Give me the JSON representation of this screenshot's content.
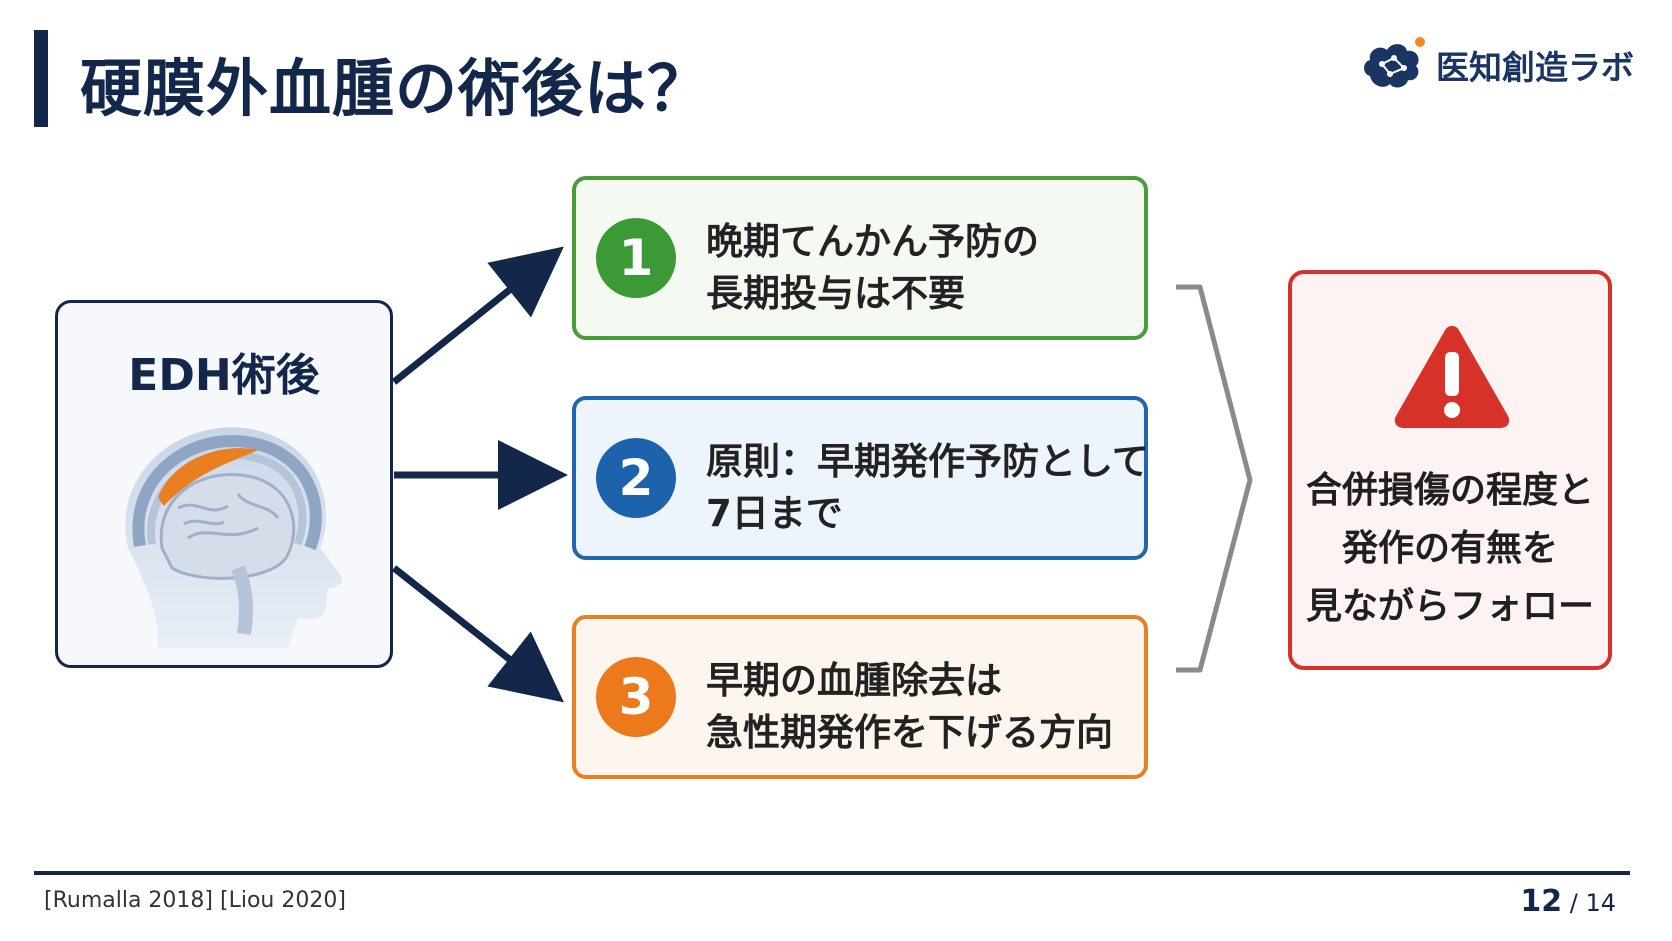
{
  "slide": {
    "title": "硬膜外血腫の術後は？",
    "brand": {
      "name": "医知創造ラボ",
      "logo_icon": "brain-cloud-icon",
      "brand_color": "#1b3563",
      "dot_color": "#f08a24"
    },
    "left_panel": {
      "label": "EDH術後",
      "illustration_icon": "head-brain-hematoma-icon"
    },
    "cards": [
      {
        "number": "1",
        "lines": [
          "晩期てんかん予防の",
          "長期投与は不要"
        ],
        "color": "#4a9c3a"
      },
      {
        "number": "2",
        "lines": [
          "原則：早期発作予防として",
          "7日まで"
        ],
        "color": "#1f66ac"
      },
      {
        "number": "3",
        "lines": [
          "早期の血腫除去は",
          "急性期発作を下げる方向"
        ],
        "color": "#ea7f21"
      }
    ],
    "conclusion": {
      "icon": "warning-icon",
      "lines": [
        "合併損傷の程度と",
        "発作の有無を",
        "見ながらフォロー"
      ],
      "color": "#d6322a"
    },
    "footer": {
      "references": "[Rumalla 2018] [Liou 2020]",
      "page_current": "12",
      "page_separator": "/",
      "page_total": "14"
    },
    "accent_color": "#13274a"
  }
}
